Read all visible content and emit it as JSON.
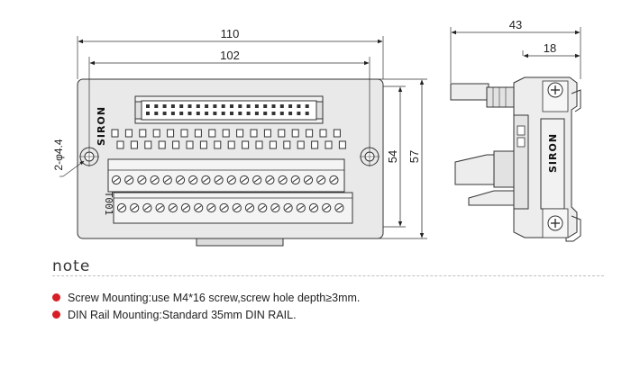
{
  "front_view": {
    "dim_width_total": "110",
    "dim_width_holes": "102",
    "dim_height_holes": "54",
    "dim_height_total": "57",
    "dim_hole_callout": "2-φ4.4",
    "brand_label": "SIRON",
    "model_label": "T001"
  },
  "side_view": {
    "dim_depth_total": "43",
    "dim_depth_rail": "18",
    "brand_label": "SIRON"
  },
  "notes": {
    "title": "note",
    "items": [
      {
        "text": "Screw Mounting:use M4*16 screw,screw hole depth≥3mm."
      },
      {
        "text": "DIN Rail Mounting:Standard 35mm DIN RAIL."
      }
    ],
    "bullet_color": "#d81f26"
  }
}
